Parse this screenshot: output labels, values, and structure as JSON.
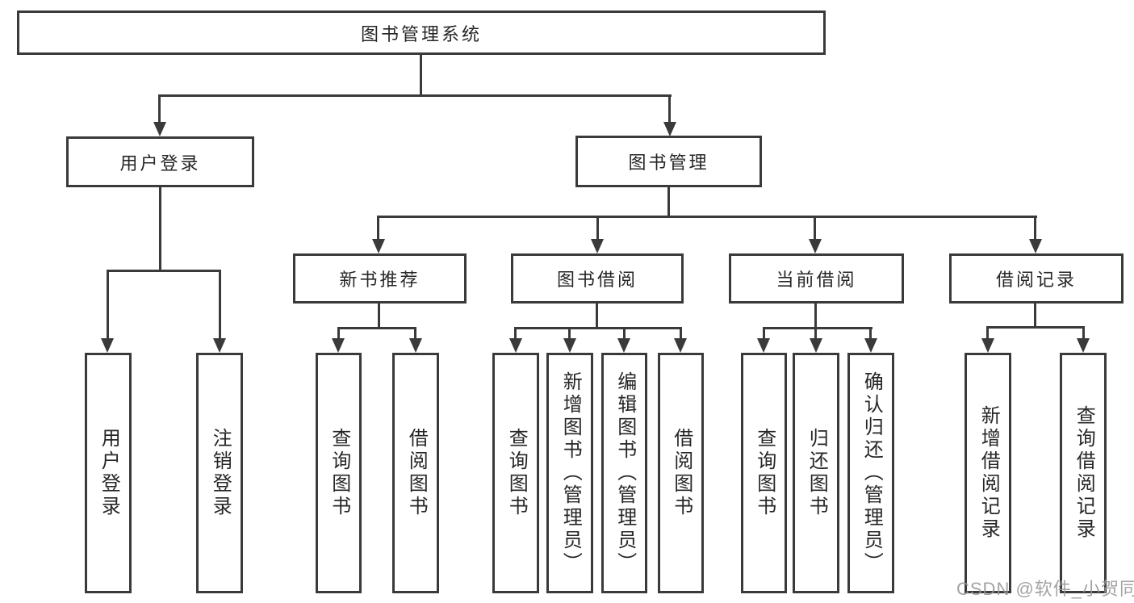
{
  "tree": {
    "root": {
      "label": "图书管理系统"
    },
    "level2": [
      {
        "label": "用户登录"
      },
      {
        "label": "图书管理"
      }
    ],
    "level3": [
      {
        "label": "新书推荐"
      },
      {
        "label": "图书借阅"
      },
      {
        "label": "当前借阅"
      },
      {
        "label": "借阅记录"
      }
    ],
    "leaves": {
      "user_login": [
        {
          "label": "用户登录"
        },
        {
          "label": "注销登录"
        }
      ],
      "new_book_recommend": [
        {
          "label": "查询图书"
        },
        {
          "label": "借阅图书"
        }
      ],
      "book_borrow": [
        {
          "label": "查询图书"
        },
        {
          "label": "新增图书（管理员）"
        },
        {
          "label": "编辑图书（管理员）"
        },
        {
          "label": "借阅图书"
        }
      ],
      "current_borrow": [
        {
          "label": "查询图书"
        },
        {
          "label": "归还图书"
        },
        {
          "label": "确认归还（管理员）"
        }
      ],
      "borrow_records": [
        {
          "label": "新增借阅记录"
        },
        {
          "label": "查询借阅记录"
        }
      ]
    }
  },
  "watermark": {
    "text": "CSDN @软件_小贺同学"
  },
  "colors": {
    "line": "#3a3a3a",
    "text": "#262626",
    "watermark": "#999999",
    "background": "#ffffff"
  }
}
